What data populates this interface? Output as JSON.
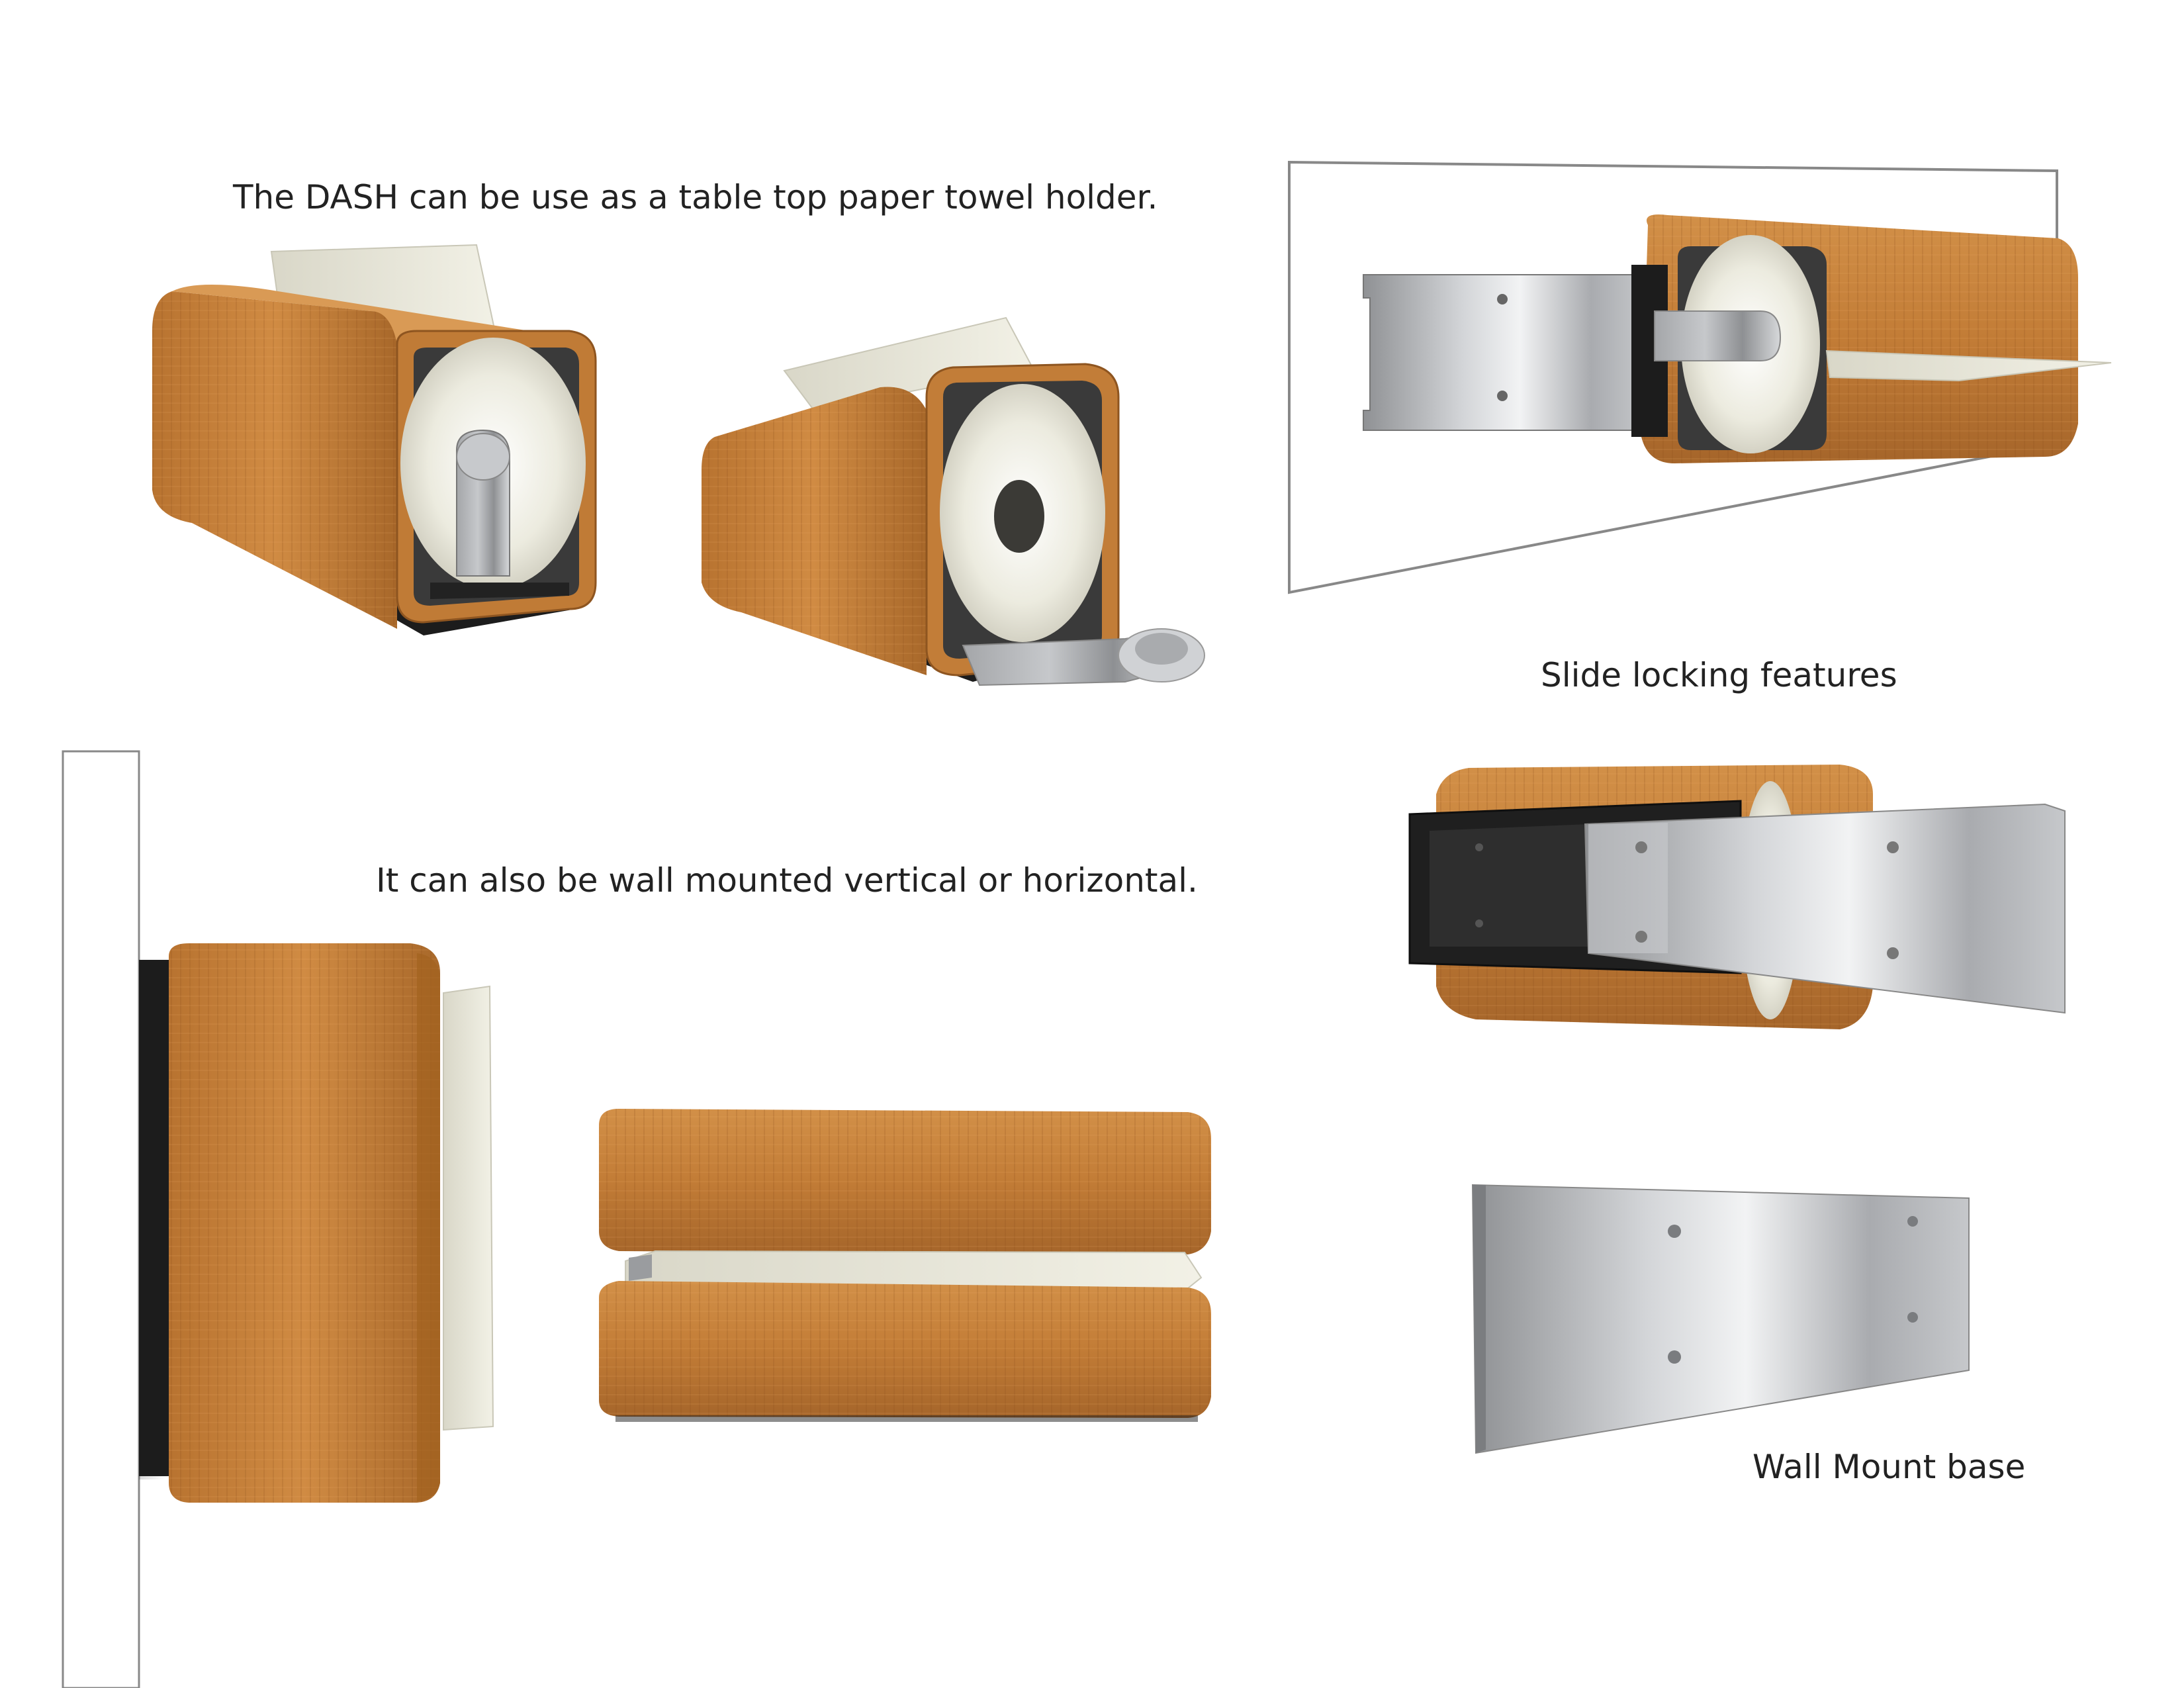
{
  "captions": {
    "tabletop": "The DASH can be use as a table top paper towel  holder.",
    "wall": "It can also be wall mounted vertical or horizontal.",
    "slide": "Slide locking features",
    "base": "Wall Mount base"
  },
  "colors": {
    "wood": "#c8813a",
    "wood_dark": "#9a5e24",
    "paper": "#eceadb",
    "metal": "#b8babd",
    "black": "#1c1c1c",
    "text": "#222222"
  }
}
